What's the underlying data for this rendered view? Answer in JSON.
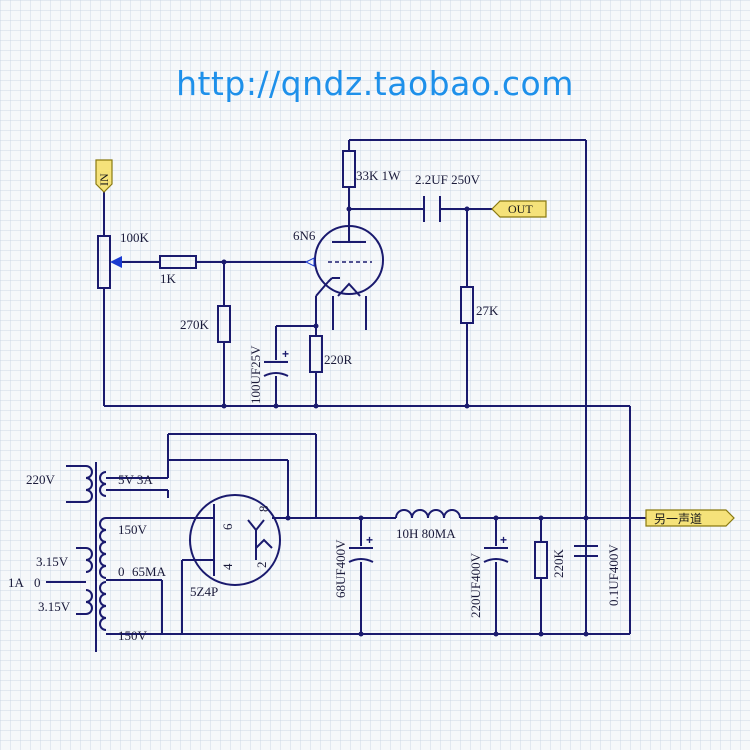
{
  "header": {
    "url": "http://qndz.taobao.com"
  },
  "ports": {
    "in": "IN",
    "out": "OUT",
    "other_channel": "另一声道"
  },
  "labels": {
    "pot": "100K",
    "r_grid": "1K",
    "r_leak": "270K",
    "c_cathode": "100UF25V",
    "r_cathode": "220R",
    "tube": "6N6",
    "r_plate": "33K 1W",
    "c_couple": "2.2UF 250V",
    "r_out": "27K",
    "pri": "220V",
    "fil_5v": "5V 3A",
    "fil_315a": "3.15V",
    "fil_1a": "1A",
    "fil_0": "0",
    "fil_315b": "3.15V",
    "ht_150a": "150V",
    "ht_0": "0",
    "ht_65ma": "65MA",
    "ht_150b": "150V",
    "rect": "5Z4P",
    "pin_6": "6",
    "pin_8": "8",
    "pin_4": "4",
    "pin_2": "2",
    "c1": "68UF400V",
    "choke": "10H 80MA",
    "c2": "220UF400V",
    "r_bleed": "220K",
    "c3": "0.1UF400V"
  },
  "colors": {
    "wire": "#1a1a6e",
    "url": "#1e90ea",
    "port_fill": "#f5e27a",
    "arrow": "#1a3ad0"
  }
}
